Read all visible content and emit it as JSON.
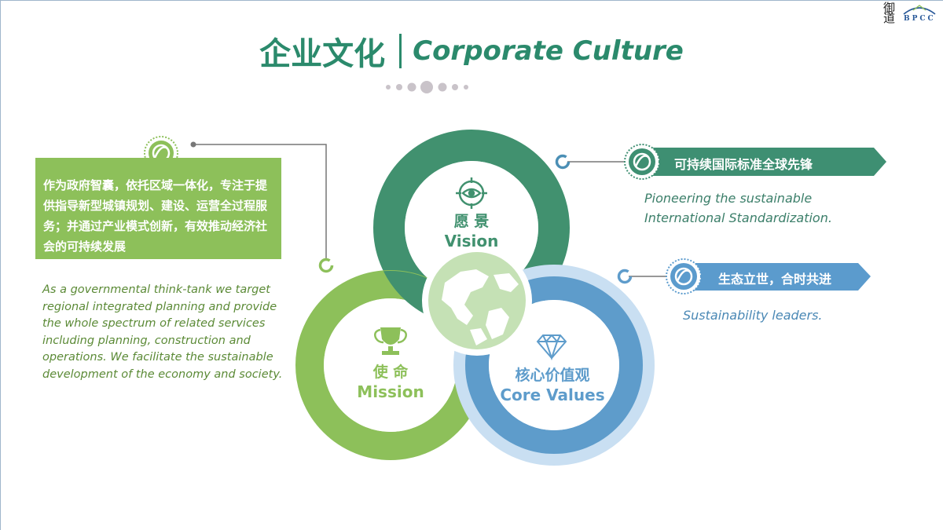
{
  "slide": {
    "title_cn": "企业文化",
    "title_en": "Corporate Culture",
    "logo_text": "BPCC",
    "logo_mark": "御道"
  },
  "mission_block": {
    "cn_text": "作为政府智囊，依托区域一体化，专注于提供指导新型城镇规划、建设、运营全过程服务；并通过产业模式创新，有效推动经济社会的可持续发展",
    "en_text": "As a governmental think-tank we target regional integrated planning and provide the whole spectrum of related services including planning, construction and operations. We facilitate the sustainable development of the economy and society."
  },
  "circles": {
    "vision": {
      "cn": "愿 景",
      "en": "Vision",
      "icon": "eye-target-icon"
    },
    "mission": {
      "cn": "使 命",
      "en": "Mission",
      "icon": "trophy-icon"
    },
    "values": {
      "cn": "核心价值观",
      "en": "Core Values",
      "icon": "diamond-icon"
    },
    "center_icon": "globe-icon"
  },
  "callouts": {
    "vision": {
      "banner": "可持续国际标准全球先锋",
      "en_line1": "Pioneering the sustainable",
      "en_line2": "International Standardization."
    },
    "values": {
      "banner": "生态立世，合时共进",
      "en": "Sustainability leaders."
    }
  },
  "colors": {
    "title": "#2b8a6c",
    "vision_ring": "#41916f",
    "mission_ring": "#8dc05a",
    "values_ring": "#5e9ccb",
    "values_outer_ring": "#c9dff2",
    "globe_fill": "#c5e1b5",
    "banner_green": "#3e8f72",
    "banner_blue": "#5b9bcd"
  }
}
